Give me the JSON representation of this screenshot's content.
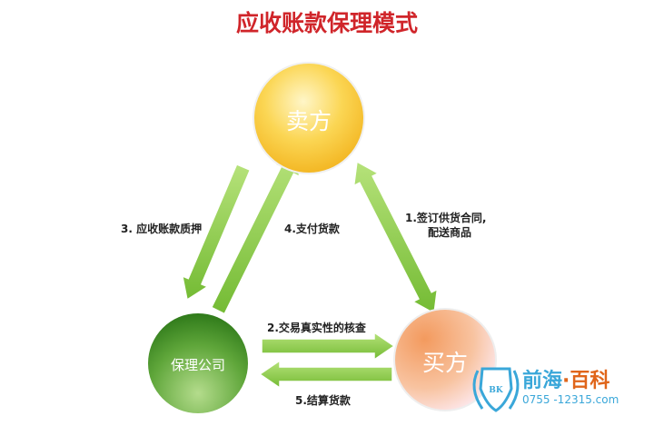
{
  "title": "应收账款保理模式",
  "nodes": {
    "seller": {
      "label": "卖方",
      "color": "#f8c93a"
    },
    "factor": {
      "label": "保理公司",
      "color": "#4e9a2c"
    },
    "buyer": {
      "label": "买方",
      "color": "#f5a36a"
    }
  },
  "steps": {
    "s1_line1": "1.签订供货合同,",
    "s1_line2": "配送商品",
    "s2": "2.交易真实性的核查",
    "s3": "3. 应收账款质押",
    "s4": "4.支付货款",
    "s5": "5.结算货款"
  },
  "arrow_color": "#8ccf4a",
  "watermark": {
    "name_part1": "前海",
    "dot": "·",
    "name_part2": "百科",
    "url": "0755 -12315.com",
    "logo_text": "BK"
  }
}
